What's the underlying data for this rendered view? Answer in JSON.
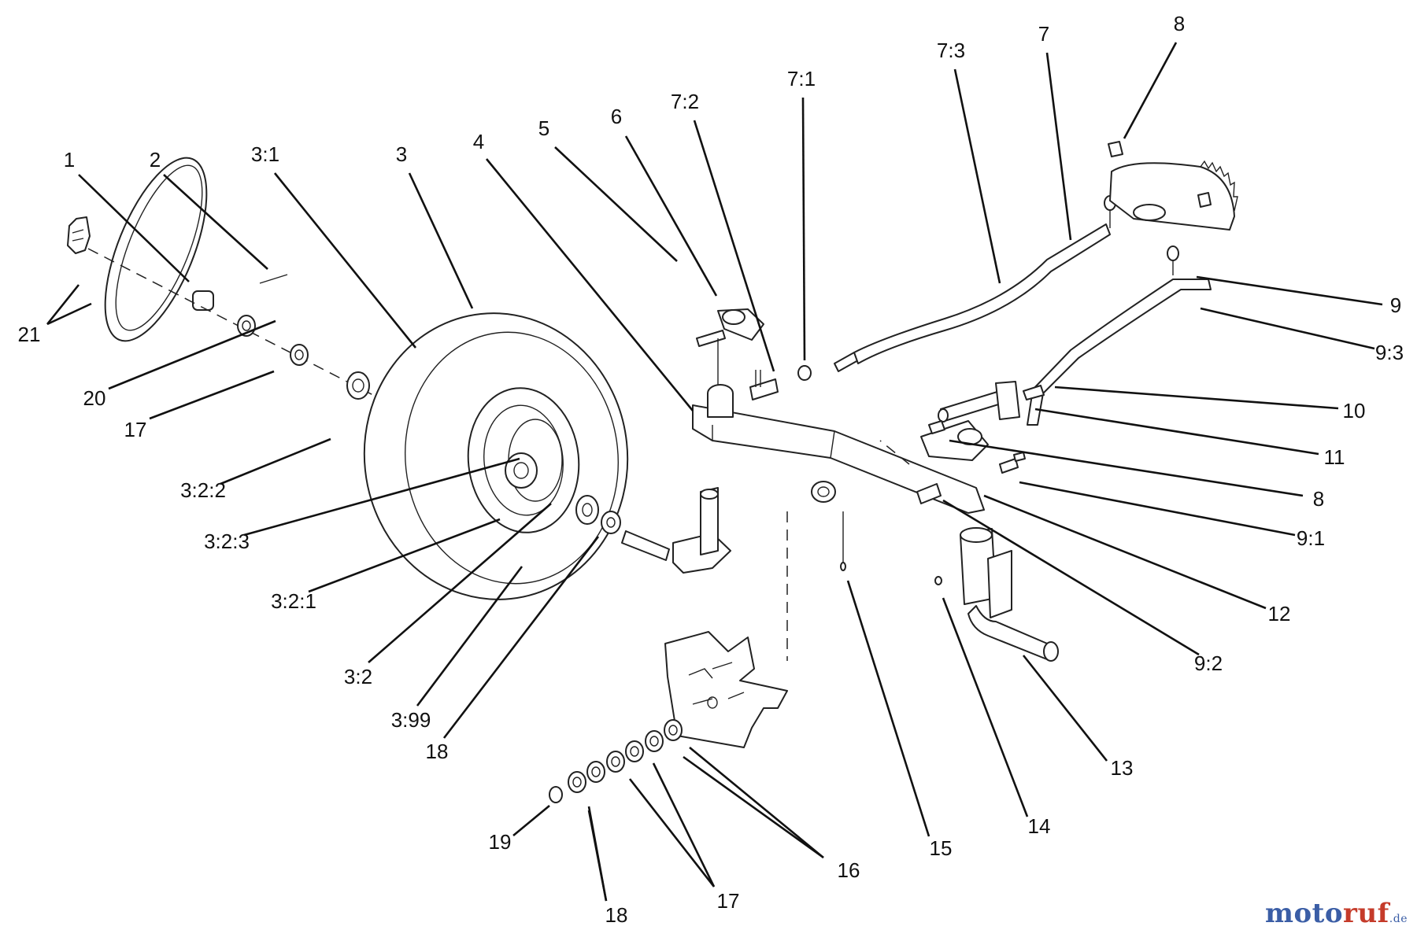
{
  "diagram": {
    "callouts": [
      "1",
      "2",
      "3:1",
      "3",
      "4",
      "5",
      "6",
      "7:2",
      "7:1",
      "7:3",
      "7",
      "8",
      "9",
      "9:3",
      "10",
      "11",
      "8",
      "9:1",
      "12",
      "9:2",
      "13",
      "14",
      "15",
      "16",
      "17",
      "18",
      "19",
      "18",
      "3:99",
      "3:2",
      "3:2:1",
      "3:2:3",
      "3:2:2",
      "17",
      "20",
      "21"
    ]
  },
  "watermark": {
    "text_a": "moto",
    "text_b": "ruf",
    "tld": ".de"
  }
}
